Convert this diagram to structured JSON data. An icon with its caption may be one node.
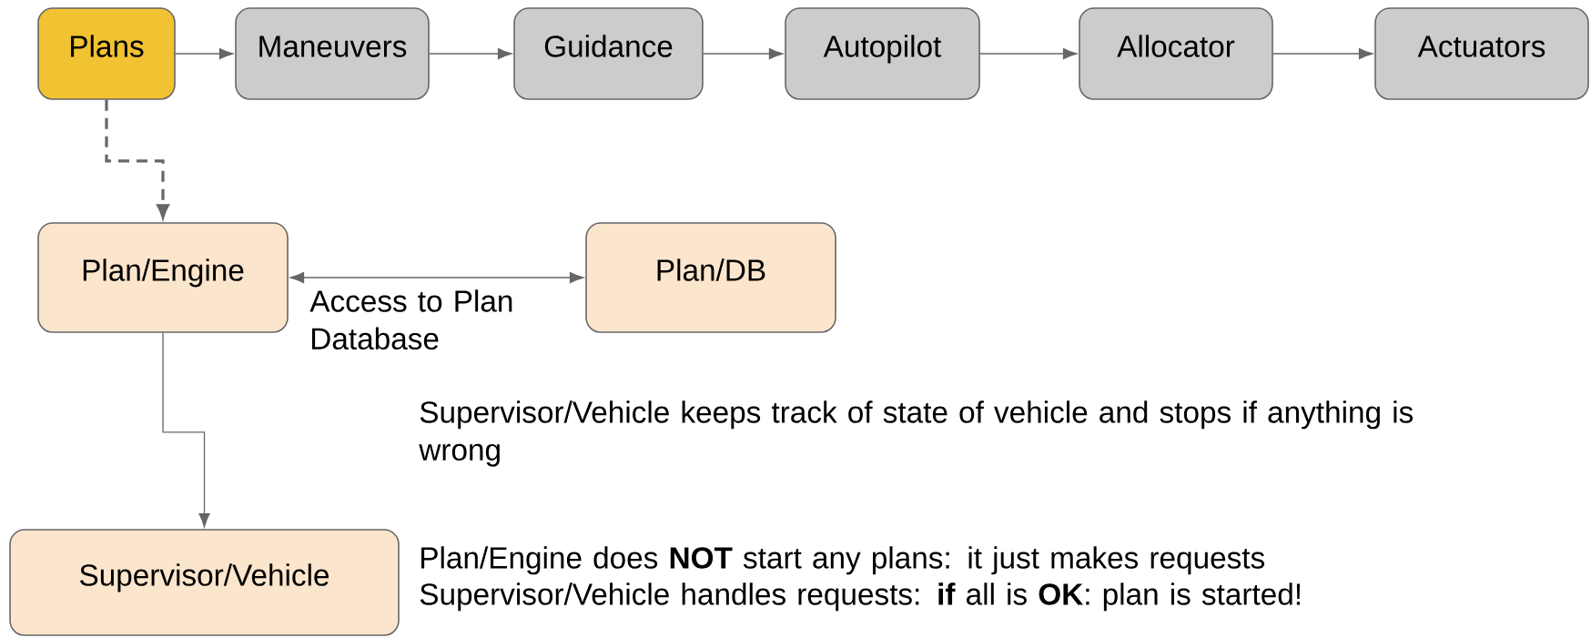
{
  "diagram": {
    "nodes": [
      {
        "text": [
          "Plans"
        ]
      },
      {
        "text": [
          "Maneuvers"
        ]
      },
      {
        "text": [
          "Guidance"
        ]
      },
      {
        "text": [
          "Autopilot"
        ]
      },
      {
        "text": [
          "Allocator"
        ]
      },
      {
        "text": [
          "Actuators"
        ]
      },
      {
        "text": [
          "Plan/Engine"
        ]
      },
      {
        "text": [
          "Plan/DB"
        ]
      },
      {
        "text": [
          "Supervisor/Vehicle"
        ]
      }
    ],
    "edges": [
      {
        "from": 0,
        "to": 1,
        "arrow": "to"
      },
      {
        "from": 1,
        "to": 2,
        "arrow": "to"
      },
      {
        "from": 2,
        "to": 3,
        "arrow": "to"
      },
      {
        "from": 3,
        "to": 4,
        "arrow": "to"
      },
      {
        "from": 4,
        "to": 5,
        "arrow": "to"
      },
      {
        "from": 0,
        "to": 6,
        "arrow": "to",
        "style": "dashed"
      },
      {
        "from": 6,
        "to": 7,
        "arrow": "both",
        "label": "Access to Plan Database"
      },
      {
        "from": 6,
        "to": 8,
        "arrow": "to"
      }
    ],
    "labels": [
      "Supervisor/Vehicle keeps track of state of vehicle and stops if anything is wrong",
      "Plan/Engine does **NOT** start any plans: it just makes requests",
      "Supervisor/Vehicle handles requests: **if** all is **OK**: plan is started!"
    ]
  }
}
